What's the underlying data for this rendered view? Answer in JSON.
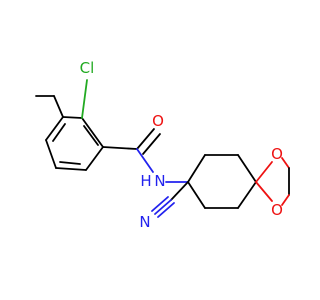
{
  "molecule": {
    "atoms": {
      "chlorine": {
        "label": "Cl",
        "color": "#22aa22"
      },
      "carbonyl_oxygen": {
        "label": "O",
        "color": "#ee1111"
      },
      "amide_nitrogen": {
        "label": "N",
        "color": "#2222ee"
      },
      "amide_hydrogen": {
        "label": "H",
        "color": "#2222ee"
      },
      "nitrile_nitrogen": {
        "label": "N",
        "color": "#2222ee"
      },
      "ketal_oxygen_top": {
        "label": "O",
        "color": "#ee1111"
      },
      "ketal_oxygen_bottom": {
        "label": "O",
        "color": "#ee1111"
      }
    }
  }
}
